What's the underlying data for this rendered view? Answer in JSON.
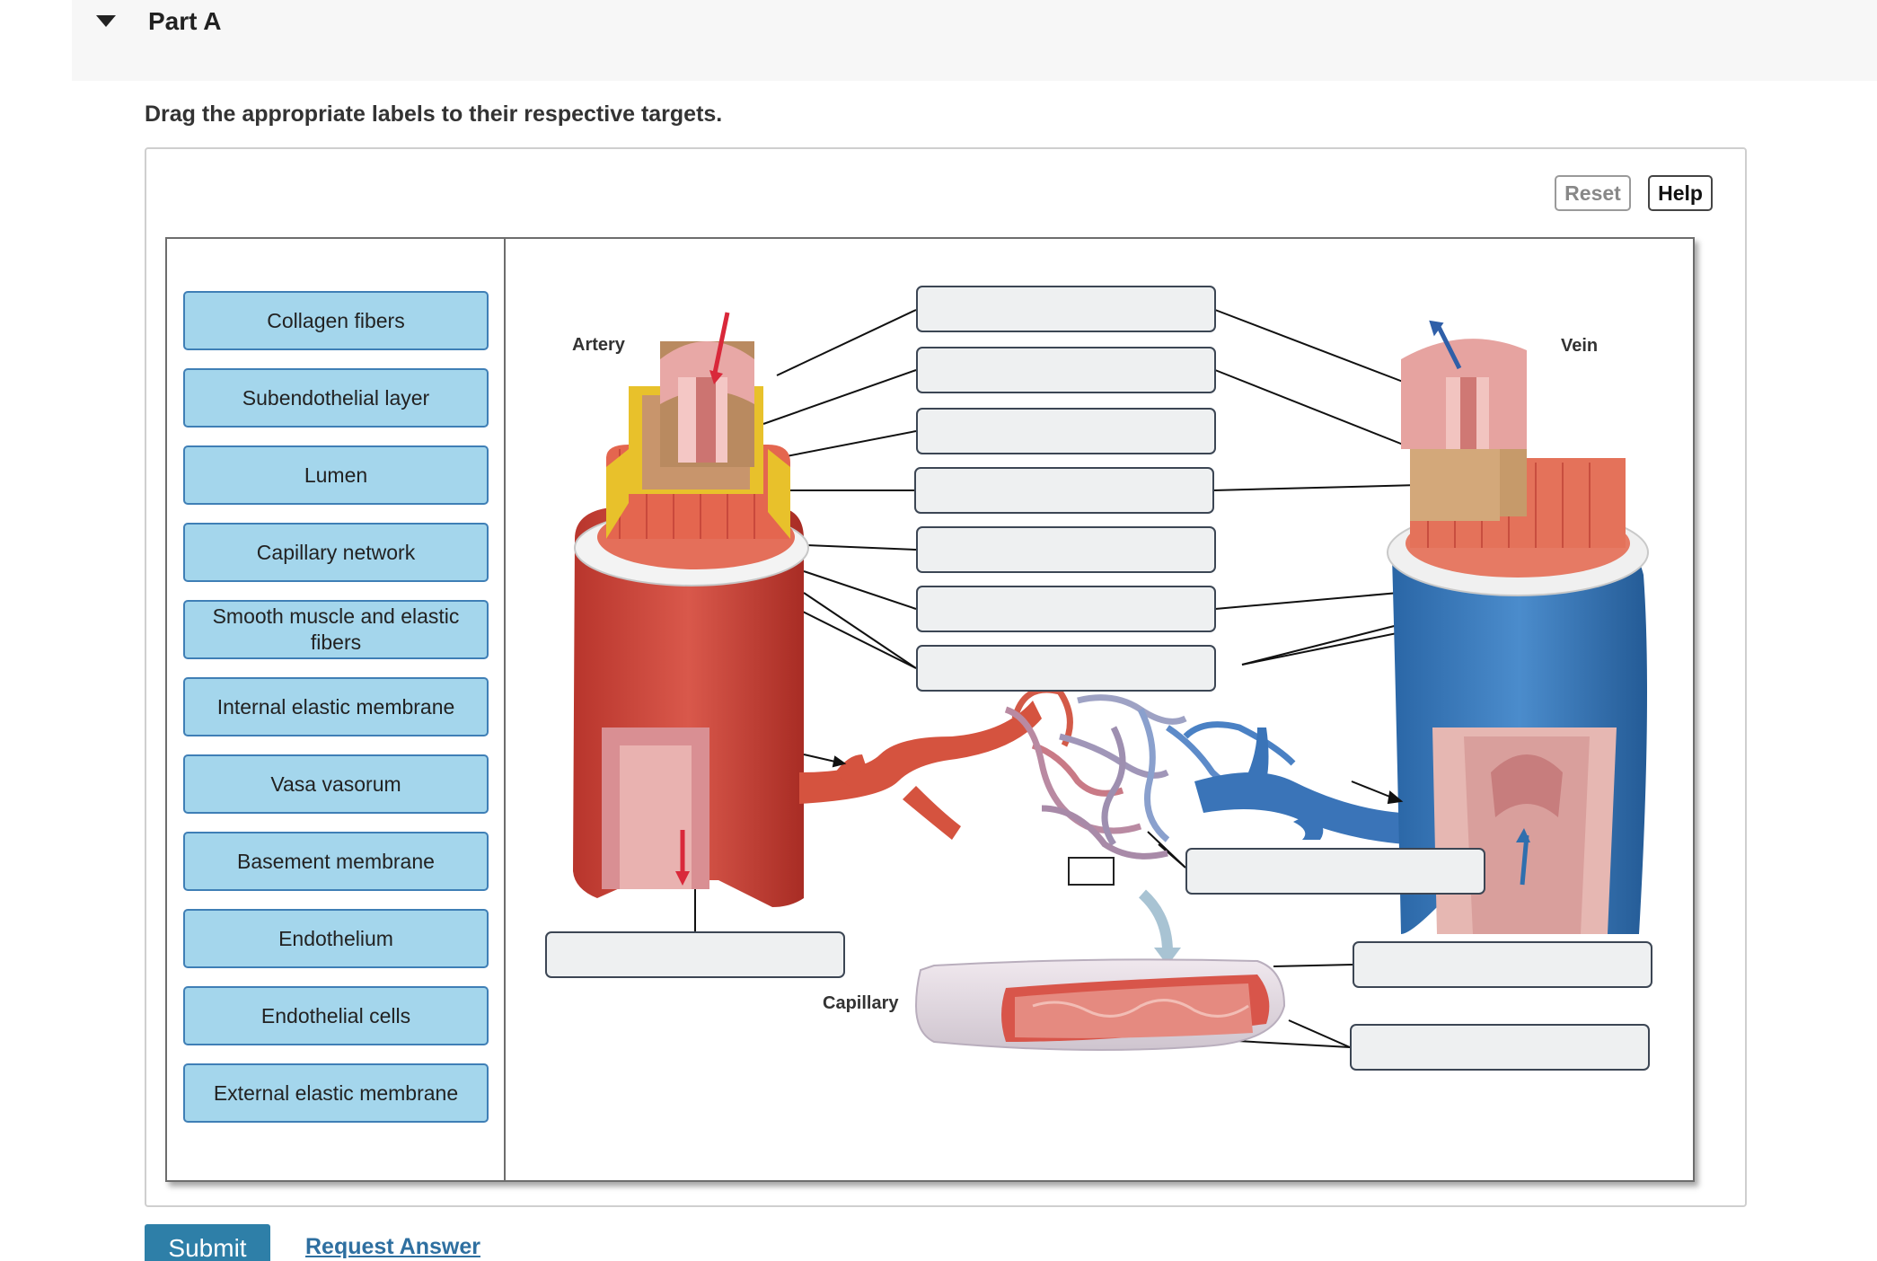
{
  "part": {
    "title": "Part A",
    "instructions": "Drag the appropriate labels to their respective targets."
  },
  "toolbar": {
    "reset_label": "Reset",
    "help_label": "Help"
  },
  "labels": [
    "Collagen fibers",
    "Subendothelial layer",
    "Lumen",
    "Capillary network",
    "Smooth muscle and elastic fibers",
    "Internal elastic membrane",
    "Vasa vasorum",
    "Basement membrane",
    "Endothelium",
    "Endothelial cells",
    "External elastic membrane"
  ],
  "diagram": {
    "artery_label": "Artery",
    "vein_label": "Vein",
    "capillary_label": "Capillary",
    "colors": {
      "artery": "#c9473d",
      "vein": "#2f6fae",
      "target_fill": "#eef0f1",
      "label_fill": "#a4d6ec"
    }
  },
  "actions": {
    "submit_label": "Submit",
    "request_label": "Request Answer"
  }
}
